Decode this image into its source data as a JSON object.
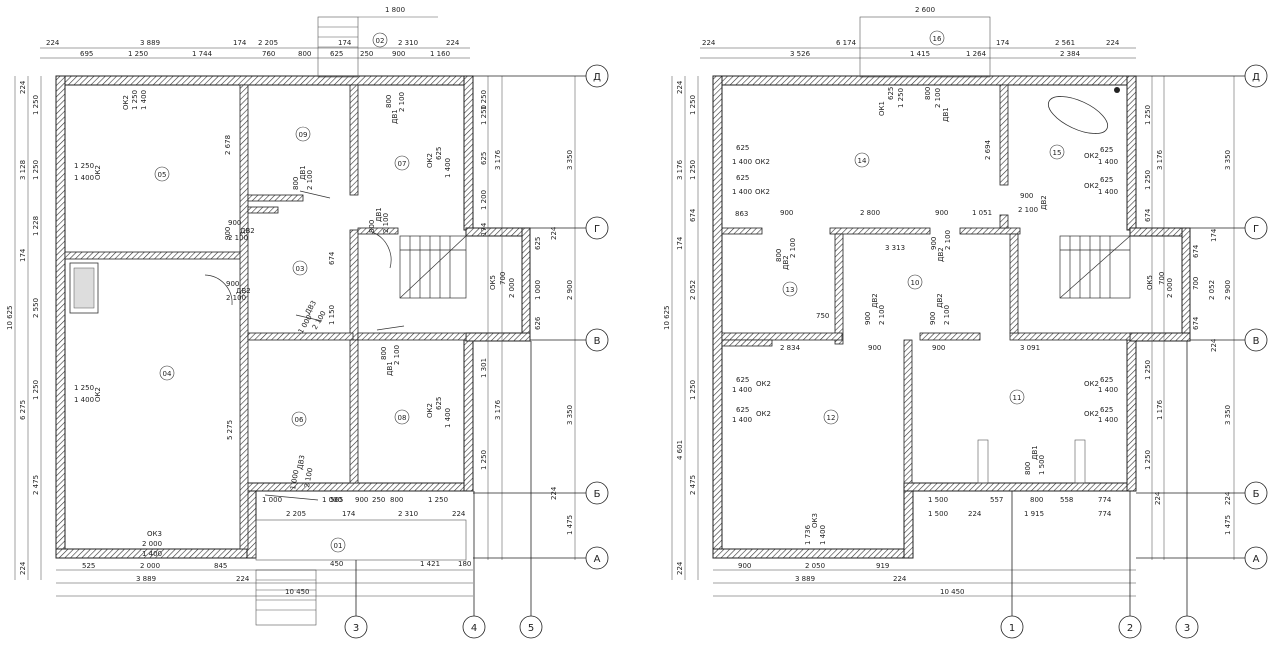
{
  "ground_floor": {
    "rooms": [
      {
        "id": "room-05",
        "label": "05"
      },
      {
        "id": "room-09",
        "label": "09"
      },
      {
        "id": "room-07",
        "label": "07"
      },
      {
        "id": "room-03",
        "label": "03"
      },
      {
        "id": "room-04",
        "label": "04"
      },
      {
        "id": "room-06",
        "label": "06"
      },
      {
        "id": "room-08",
        "label": "08"
      },
      {
        "id": "room-01",
        "label": "01"
      },
      {
        "id": "room-02",
        "label": "02"
      }
    ],
    "top_dims": [
      "224",
      "3 889",
      "174",
      "2 205",
      "174",
      "2 310",
      "224",
      "1 800",
      "695",
      "1 250",
      "1 744",
      "760",
      "800",
      "625",
      "250",
      "900",
      "1 160"
    ],
    "bottom_dims": [
      "525",
      "2 000",
      "845",
      "3 889",
      "224",
      "10 450",
      "1 000",
      "2 205",
      "174",
      "2 310",
      "224",
      "1 250",
      "565",
      "900",
      "250",
      "800",
      "1 000",
      "180",
      "450",
      "1 421"
    ],
    "left_dims": [
      "10 625",
      "224",
      "1 250",
      "3 128",
      "1 250",
      "1 228",
      "174",
      "2 550",
      "6 275",
      "1 250",
      "2 475",
      "224"
    ],
    "right_dims": [
      "1 250",
      "3 176",
      "1 200",
      "174",
      "2 900",
      "224",
      "625",
      "1 301",
      "1 250",
      "3 176",
      "1 250",
      "224",
      "1 475",
      "3 350",
      "3 350",
      "1 000",
      "625",
      "626"
    ],
    "openings": [
      {
        "id": "win-05",
        "type": "ОК2",
        "size": "1 250",
        "h": "1 400"
      },
      {
        "id": "win-05b",
        "type": "ОК2",
        "size": "1 250",
        "h": "1 400"
      },
      {
        "id": "win-07",
        "type": "ОК2",
        "size": "625",
        "h": "1 400"
      },
      {
        "id": "door-07",
        "type": "ДВ1",
        "size": "800",
        "h": "2 100"
      },
      {
        "id": "door-09",
        "type": "ДВ1",
        "size": "800",
        "h": "2 100"
      },
      {
        "id": "door-03a",
        "type": "ДВ2",
        "size": "900",
        "h": "2 100"
      },
      {
        "id": "door-03b",
        "type": "ДВ2",
        "size": "900",
        "h": "2 100"
      },
      {
        "id": "door-stair",
        "type": "ДВ1",
        "size": "800",
        "h": "2 100"
      },
      {
        "id": "door-02",
        "type": "ДВ3",
        "size": "1 000",
        "h": "2 100"
      },
      {
        "id": "door-entry",
        "type": "ДВ3",
        "size": "1 000",
        "h": "2 100"
      },
      {
        "id": "win-04",
        "type": "ОК2",
        "size": "1 250",
        "h": "1 400"
      },
      {
        "id": "win-04b",
        "type": "ОК3",
        "size": "2 000",
        "h": "1 400"
      },
      {
        "id": "win-08",
        "type": "ОК2",
        "size": "625",
        "h": "1 400"
      },
      {
        "id": "win-stair",
        "type": "ОК5",
        "size": "700",
        "h": "2 000"
      },
      {
        "id": "door-08",
        "type": "ДВ1",
        "size": "800",
        "h": "2 100"
      }
    ],
    "interior_dims": [
      "2 678",
      "900",
      "674",
      "1 150",
      "5 275"
    ]
  },
  "upper_floor": {
    "rooms": [
      {
        "id": "room-14",
        "label": "14"
      },
      {
        "id": "room-15",
        "label": "15"
      },
      {
        "id": "room-13",
        "label": "13"
      },
      {
        "id": "room-10",
        "label": "10"
      },
      {
        "id": "room-12",
        "label": "12"
      },
      {
        "id": "room-11",
        "label": "11"
      },
      {
        "id": "room-16",
        "label": "16"
      }
    ],
    "top_dims": [
      "224",
      "6 174",
      "174",
      "2 561",
      "224",
      "3 526",
      "1 415",
      "1 264",
      "2 384",
      "2 600"
    ],
    "bottom_dims": [
      "900",
      "2 050",
      "919",
      "3 889",
      "224",
      "10 450",
      "1 500",
      "557",
      "800",
      "558",
      "774",
      "1 500",
      "224",
      "1 915",
      "774"
    ],
    "left_dims": [
      "10 625",
      "224",
      "1 250",
      "3 176",
      "1 250",
      "674",
      "174",
      "2 052",
      "4 601",
      "1 250",
      "2 475",
      "224"
    ],
    "right_dims": [
      "1 250",
      "3 176",
      "1 250",
      "674",
      "174",
      "2 900",
      "224",
      "674",
      "700",
      "2 052",
      "674",
      "224",
      "1 250",
      "1 176",
      "1 250",
      "224",
      "1 475",
      "3 350",
      "3 350"
    ],
    "openings": [
      {
        "id": "win-14",
        "type": "ОК1",
        "size": "625",
        "h": "1 250"
      },
      {
        "id": "door-14",
        "type": "ДВ1",
        "size": "800",
        "h": "2 100"
      },
      {
        "id": "win-14b",
        "type": "ОК2",
        "size": "625",
        "h": "1 400"
      },
      {
        "id": "win-14c",
        "type": "ОК2",
        "size": "625",
        "h": "1 400"
      },
      {
        "id": "door-15",
        "type": "ДВ2",
        "size": "900",
        "h": "2 100"
      },
      {
        "id": "win-15a",
        "type": "ОК2",
        "size": "625",
        "h": "1 400"
      },
      {
        "id": "win-15b",
        "type": "ОК2",
        "size": "625",
        "h": "1 400"
      },
      {
        "id": "door-13",
        "type": "ДВ2",
        "size": "800",
        "h": "2 100"
      },
      {
        "id": "door-10a",
        "type": "ДВ2",
        "size": "900",
        "h": "2 100"
      },
      {
        "id": "door-10b",
        "type": "ДВ2",
        "size": "900",
        "h": "2 100"
      },
      {
        "id": "door-10c",
        "type": "ДВ2",
        "size": "900",
        "h": "2 100"
      },
      {
        "id": "win-12a",
        "type": "ОК2",
        "size": "625",
        "h": "1 400"
      },
      {
        "id": "win-12b",
        "type": "ОК2",
        "size": "625",
        "h": "1 400"
      },
      {
        "id": "win-12c",
        "type": "ОК3",
        "size": "1 736",
        "h": "1 400"
      },
      {
        "id": "win-11a",
        "type": "ОК2",
        "size": "625",
        "h": "1 400"
      },
      {
        "id": "win-11b",
        "type": "ОК2",
        "size": "625",
        "h": "1 400"
      },
      {
        "id": "door-11",
        "type": "ДВ1",
        "size": "800",
        "h": "1 500"
      },
      {
        "id": "win-stair2",
        "type": "ОК5",
        "size": "700",
        "h": "2 000"
      }
    ],
    "interior_dims": [
      "3 313",
      "900",
      "2 800",
      "900",
      "1 051",
      "2 834",
      "900",
      "3 091",
      "900",
      "863",
      "750",
      "2 694"
    ]
  },
  "axes": {
    "rows": [
      "Д",
      "Г",
      "В",
      "Б",
      "А"
    ],
    "columns_left": [
      "3",
      "4",
      "5"
    ],
    "columns_right": [
      "1",
      "2",
      "3"
    ]
  }
}
